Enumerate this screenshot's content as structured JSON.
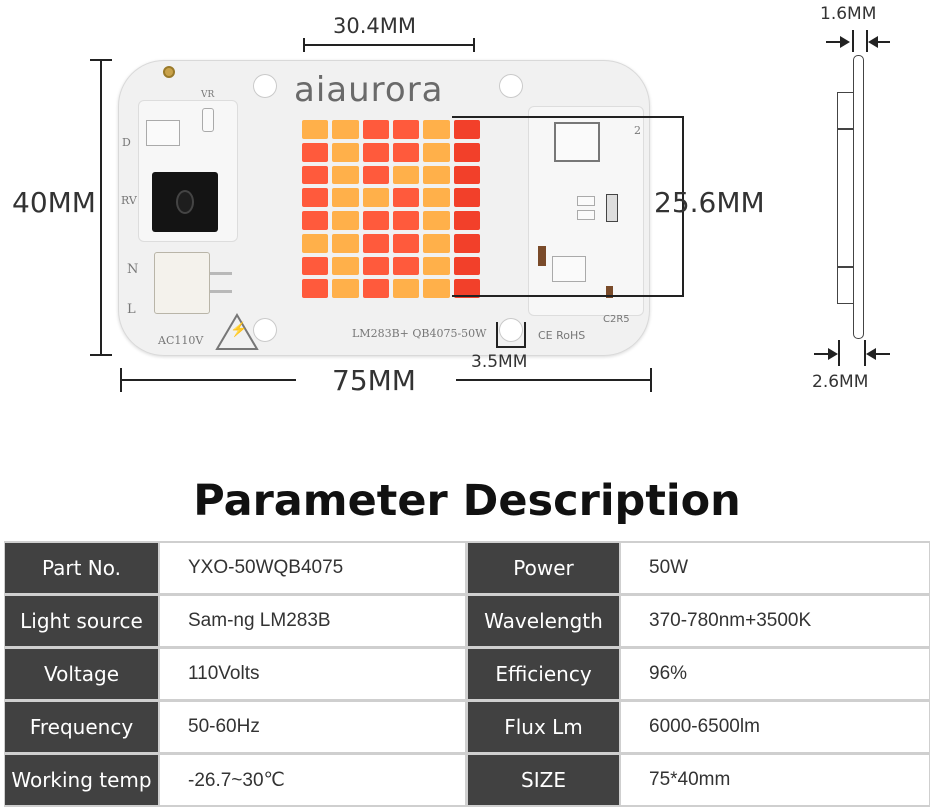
{
  "drawing": {
    "dimensions": {
      "led_width": "30.4MM",
      "board_height": "40MM",
      "led_height": "25.6MM",
      "board_width": "75MM",
      "hole_size": "3.5MM",
      "strip_thickness": "1.6MM",
      "total_thickness": "2.6MM"
    },
    "board": {
      "brand": "aiaurora",
      "model_print": "LM283B+ QB4075-50W",
      "voltage_print": "AC110V",
      "cert_print": "CE RoHS",
      "labels": {
        "vr": "VR",
        "d": "D",
        "rv": "RV",
        "n": "N",
        "l": "L",
        "c2r5": "C2R5",
        "two": "2"
      },
      "warning_symbol": "⚡"
    },
    "led_colors": {
      "warm": "#ffb04a",
      "red": "#ff5a3c",
      "deep_red": "#f2402a"
    }
  },
  "parameters": {
    "title": "Parameter Description",
    "rows": [
      {
        "label_left": "Part No.",
        "value_left": "YXO-50WQB4075",
        "label_right": "Power",
        "value_right": "50W"
      },
      {
        "label_left": "Light source",
        "value_left": "Sam-ng LM283B",
        "label_right": "Wavelength",
        "value_right": "370-780nm+3500K"
      },
      {
        "label_left": "Voltage",
        "value_left": "110Volts",
        "label_right": "Efficiency",
        "value_right": "96%"
      },
      {
        "label_left": "Frequency",
        "value_left": "50-60Hz",
        "label_right": "Flux Lm",
        "value_right": "6000-6500lm"
      },
      {
        "label_left": "Working temp",
        "value_left": "-26.7~30℃",
        "label_right": "SIZE",
        "value_right": "75*40mm"
      }
    ]
  }
}
